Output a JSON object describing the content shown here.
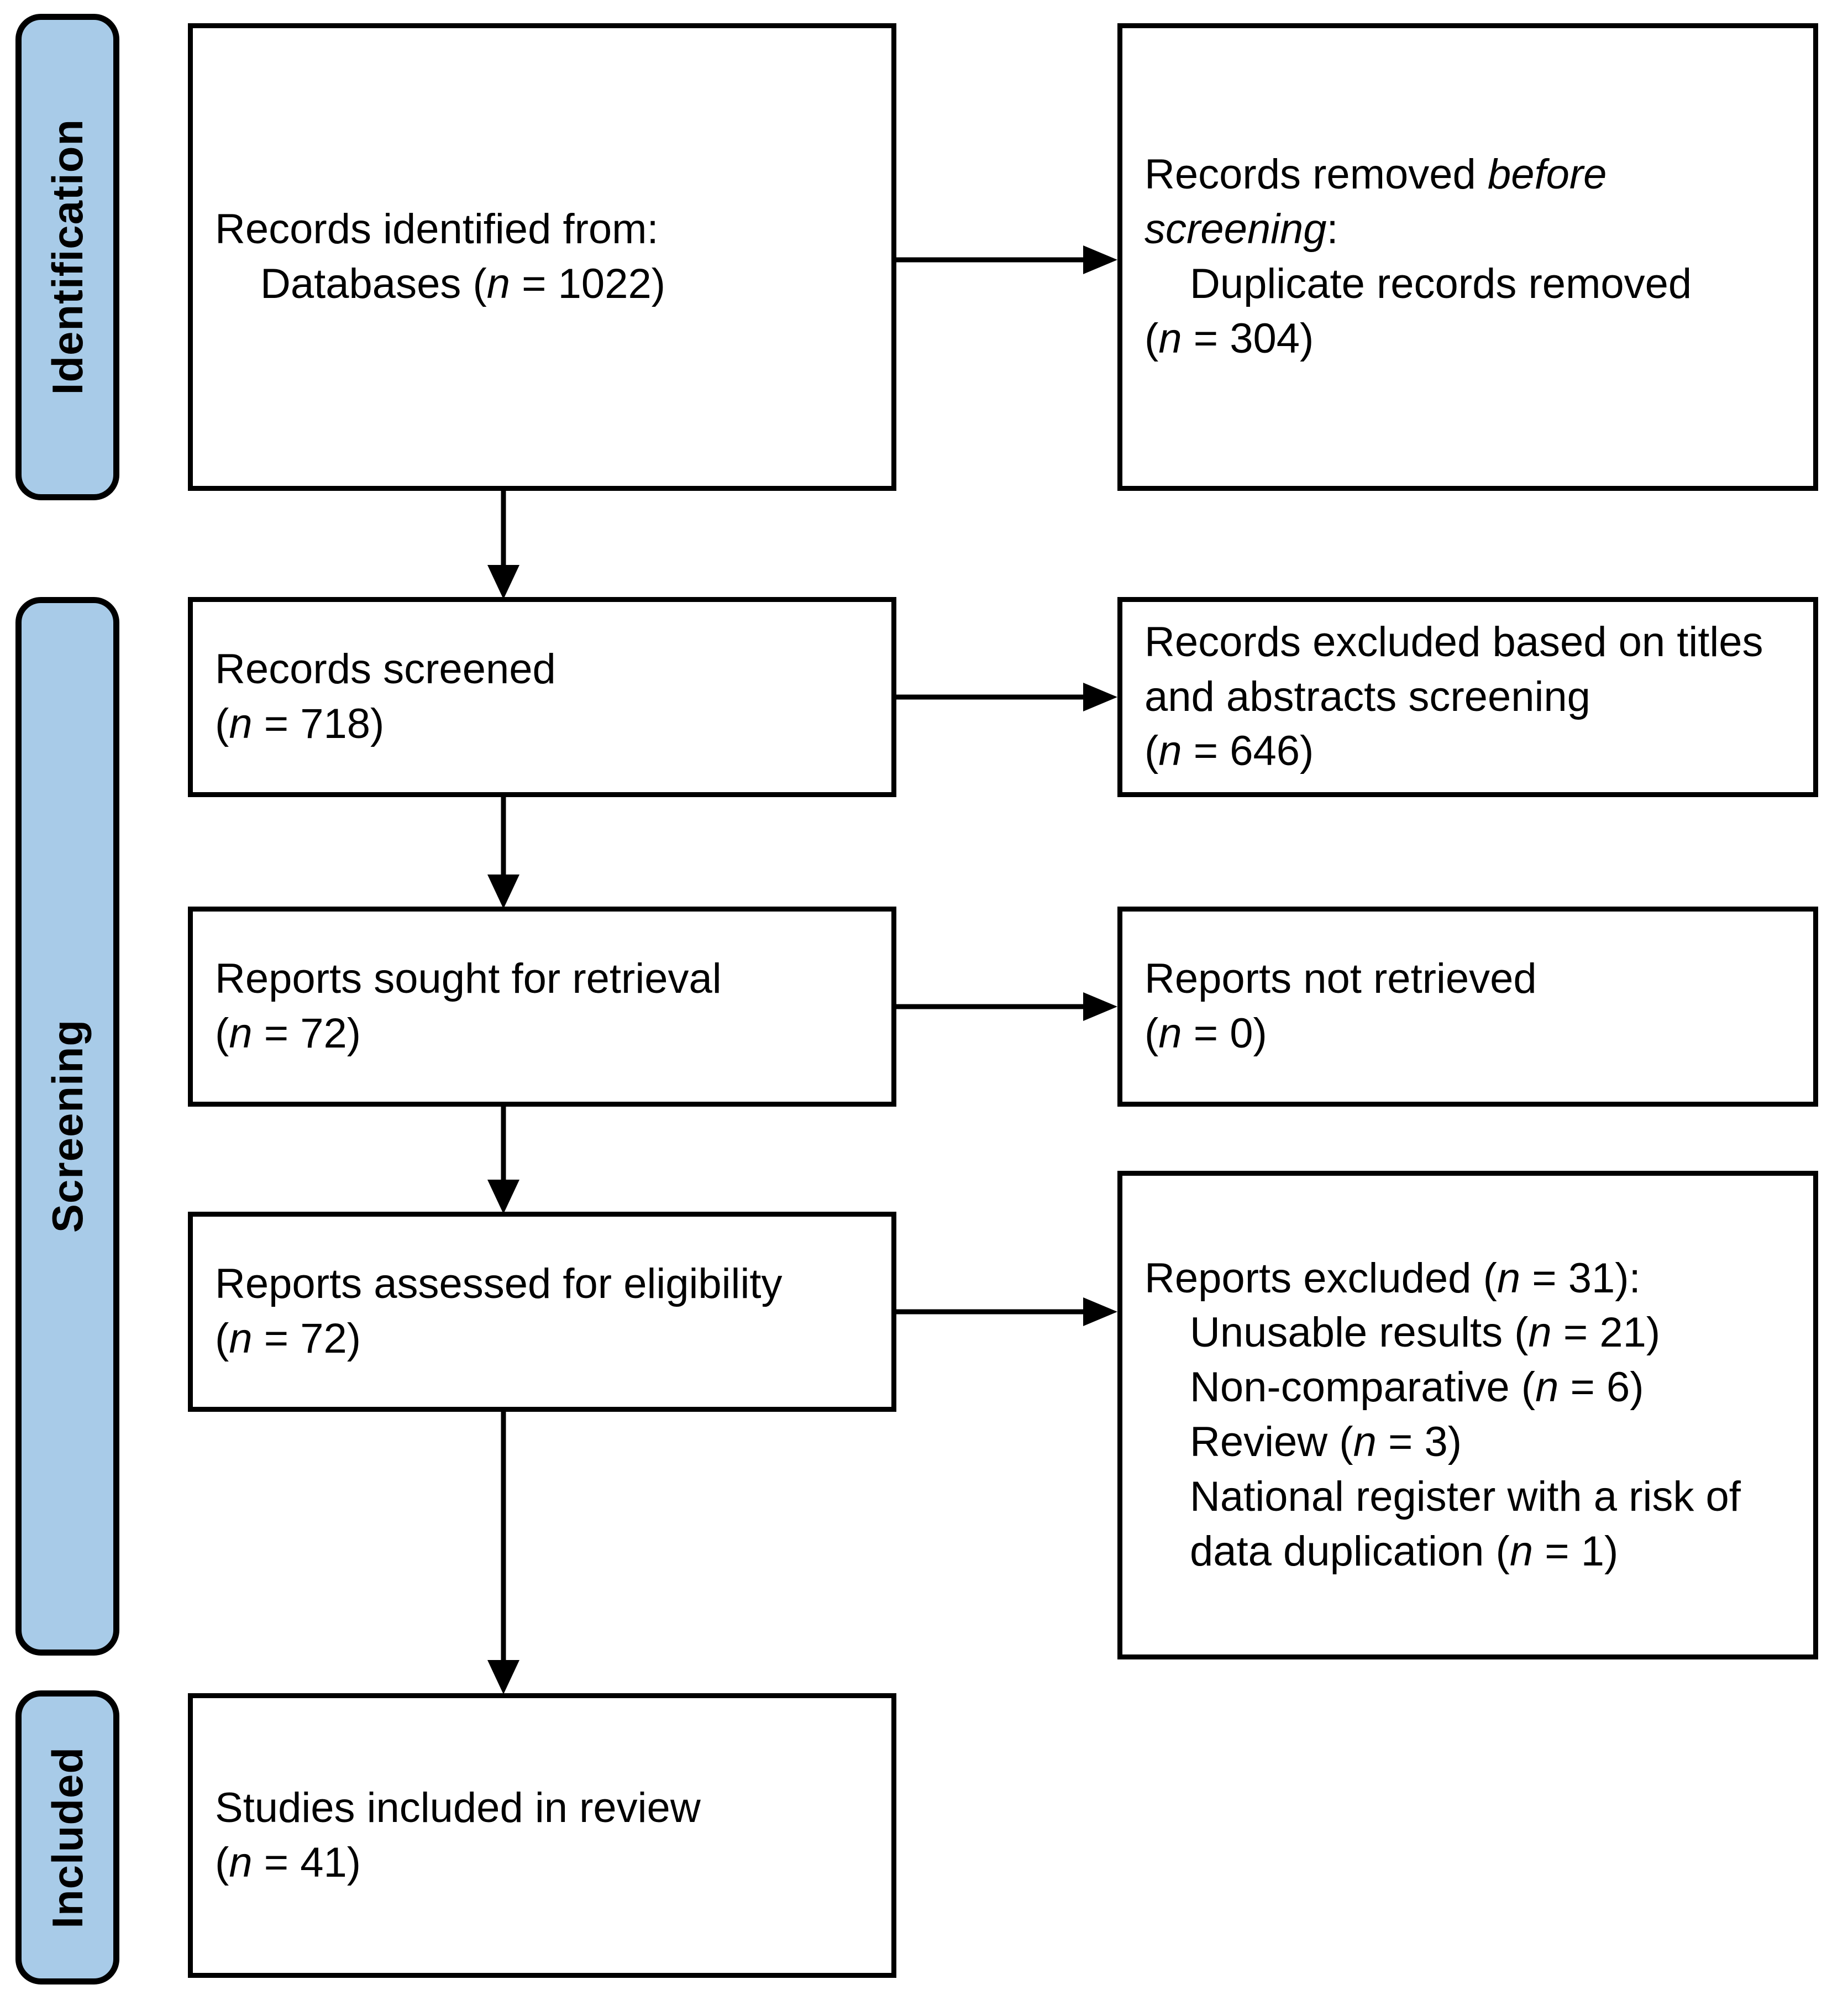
{
  "diagram": {
    "type": "prisma-flow-diagram",
    "title": "PRISMA 2020 flow diagram",
    "accent_color": "#a8cbe8",
    "line_color": "#000000",
    "background_color": "#ffffff"
  },
  "stages": [
    {
      "id": "identification",
      "label": "Identification"
    },
    {
      "id": "screening",
      "label": "Screening"
    },
    {
      "id": "included",
      "label": "Included"
    }
  ],
  "boxes": {
    "records_identified": {
      "line1": "Records identified from:",
      "line2": "Databases (",
      "line2_italic": "n",
      "line2_tail": " = 1022)"
    },
    "records_removed": {
      "line1a": "Records removed ",
      "line1_italic": "before",
      "line2_italic": "screening",
      "line2_tail": ":",
      "line3": "Duplicate records removed",
      "line4_open": "(",
      "line4_italic": "n",
      "line4_tail": " = 304)"
    },
    "records_screened": {
      "line1": "Records screened",
      "line2_open": "(",
      "line2_italic": "n",
      "line2_tail": " = 718)"
    },
    "records_excluded": {
      "line1": "Records excluded based on titles",
      "line2": "and abstracts screening",
      "line3_open": "(",
      "line3_italic": "n",
      "line3_tail": " = 646)"
    },
    "reports_sought": {
      "line1": "Reports sought for retrieval",
      "line2_open": "(",
      "line2_italic": "n",
      "line2_tail": " = 72)"
    },
    "reports_not_retrieved": {
      "line1": "Reports not retrieved",
      "line2_open": "(",
      "line2_italic": "n",
      "line2_tail": " = 0)"
    },
    "reports_assessed": {
      "line1": "Reports assessed for eligibility",
      "line2_open": "(",
      "line2_italic": "n",
      "line2_tail": " = 72)"
    },
    "reports_excluded": {
      "header_open": "Reports excluded (",
      "header_italic": "n",
      "header_tail": " = 31):",
      "reason1": "Unusable results (",
      "reason1_italic": "n",
      "reason1_tail": " = 21)",
      "reason2": "Non-comparative (",
      "reason2_italic": "n",
      "reason2_tail": " = 6)",
      "reason3": "Review (",
      "reason3_italic": "n",
      "reason3_tail": " = 3)",
      "reason4a": "National register with a risk of",
      "reason4b": "data duplication (",
      "reason4_italic": "n",
      "reason4_tail": " = 1)"
    },
    "studies_included": {
      "line1": "Studies included in review",
      "line2_open": "(",
      "line2_italic": "n",
      "line2_tail": " = 41)"
    }
  },
  "counts": {
    "records_identified_databases": 1022,
    "duplicate_records_removed": 304,
    "records_screened": 718,
    "records_excluded_titles_abstracts": 646,
    "reports_sought_for_retrieval": 72,
    "reports_not_retrieved": 0,
    "reports_assessed_for_eligibility": 72,
    "reports_excluded_total": 31,
    "excluded_unusable_results": 21,
    "excluded_non_comparative": 6,
    "excluded_review": 3,
    "excluded_national_register": 1,
    "studies_included_in_review": 41
  }
}
